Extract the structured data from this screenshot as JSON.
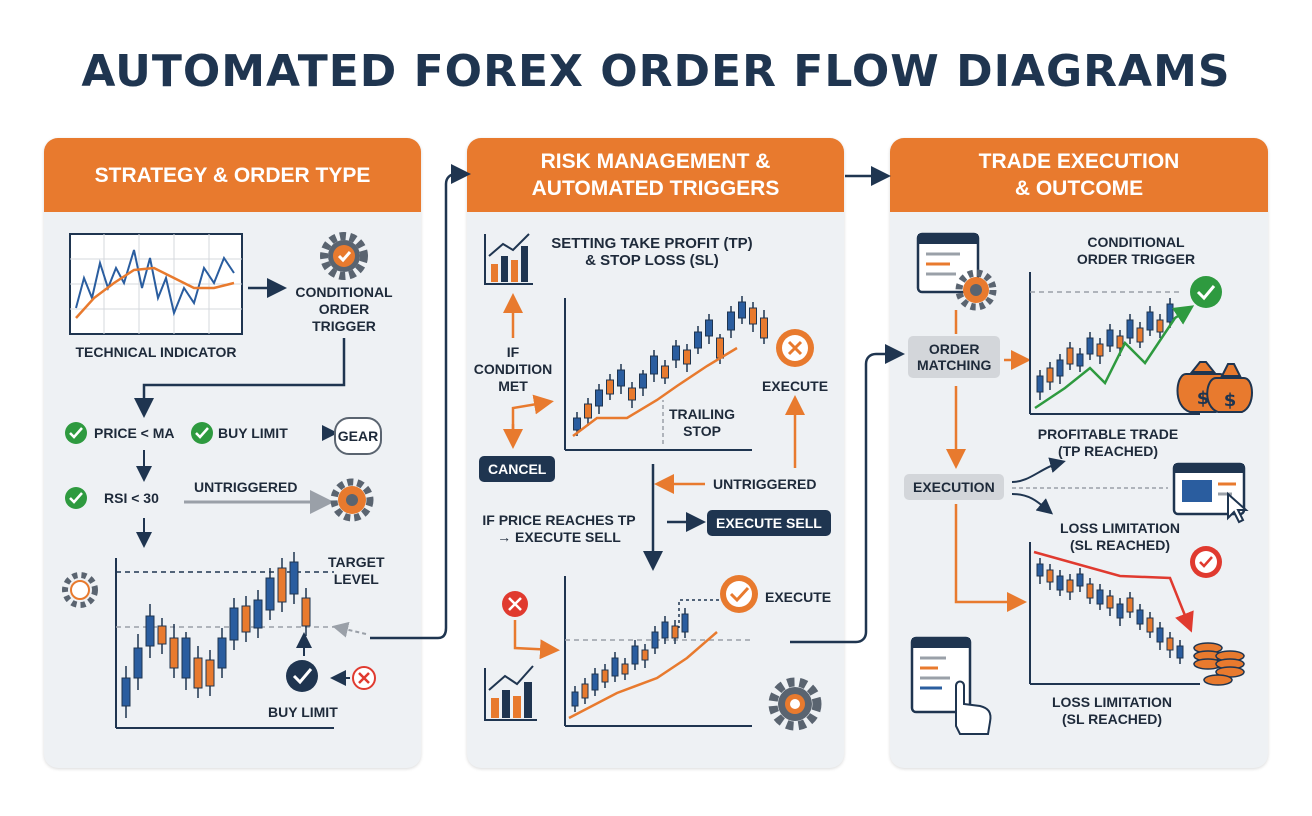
{
  "title": "AUTOMATED FOREX ORDER FLOW DIAGRAMS",
  "colors": {
    "navy": "#1f3550",
    "orange": "#e87a2e",
    "green": "#2e9a3f",
    "red": "#e03a2f",
    "panel": "#eef1f4"
  },
  "panel1": {
    "header": "STRATEGY & ORDER TYPE",
    "technical_indicator": "TECHNICAL INDICATOR",
    "conditional_trigger": "CONDITIONAL\nORDER\nTRIGGER",
    "price_ma": "PRICE < MA",
    "buy_limit_cond": "BUY LIMIT",
    "gear": "GEAR",
    "rsi": "RSI < 30",
    "untriggered": "UNTRIGGERED",
    "target_level": "TARGET\nLEVEL",
    "buy_limit": "BUY LIMIT"
  },
  "panel2": {
    "header": "RISK MANAGEMENT &\nAUTOMATED TRIGGERS",
    "tp_sl": "SETTING TAKE PROFIT (TP)\n& STOP LOSS (SL)",
    "if_condition": "IF\nCONDITION\nMET",
    "execute_top": "EXECUTE",
    "trailing_stop": "TRAILING\nSTOP",
    "cancel": "CANCEL",
    "untriggered": "UNTRIGGERED",
    "if_price": "IF PRICE REACHES TP\n→ EXECUTE SELL",
    "execute_sell": "EXECUTE SELL",
    "execute_bottom": "EXECUTE"
  },
  "panel3": {
    "header": "TRADE EXECUTION\n& OUTCOME",
    "conditional_trigger": "CONDITIONAL\nORDER TRIGGER",
    "order_matching": "ORDER\nMATCHING",
    "profitable": "PROFITABLE TRADE\n(TP REACHED)",
    "execution": "EXECUTION",
    "loss_limitation_1": "LOSS LIMITATION\n(SL REACHED)",
    "loss_limitation_2": "LOSS LIMITATION\n(SL REACHED)"
  },
  "icons": [
    "gear-icon",
    "check-icon",
    "x-icon",
    "money-bag-icon",
    "coins-icon",
    "browser-window-icon",
    "cursor-icon",
    "hand-pointer-icon",
    "bar-chart-icon"
  ]
}
